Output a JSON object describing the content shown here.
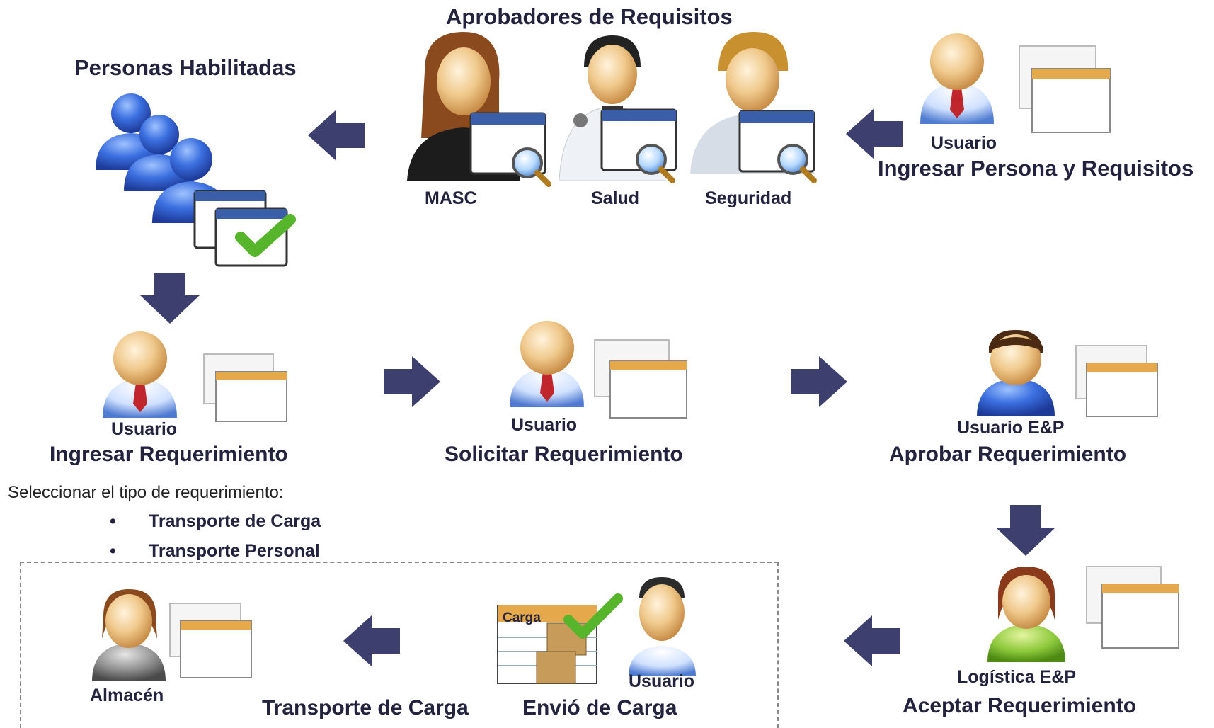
{
  "top": {
    "approvers_title": "Aprobadores de Requisitos",
    "enabled_title": "Personas Habilitadas",
    "approvers": [
      "MASC",
      "Salud",
      "Seguridad"
    ],
    "entry_role": "Usuario",
    "entry_action": "Ingresar  Persona y Requisitos"
  },
  "middle": {
    "step1_role": "Usuario",
    "step1_action": "Ingresar Requerimiento",
    "step2_role": "Usuario",
    "step2_action": "Solicitar Requerimiento",
    "step3_role": "Usuario E&P",
    "step3_action": "Aprobar Requerimiento"
  },
  "select": {
    "intro": "Seleccionar el tipo de requerimiento:",
    "options": [
      "Transporte de Carga",
      "Transporte Personal"
    ]
  },
  "bottom": {
    "warehouse": "Almacén",
    "cargo_tag": "Carga",
    "transport_label": "Transporte de Carga",
    "send_role": "Usuario",
    "send_action": "Envió de Carga",
    "logistics_role": "Logística E&P",
    "logistics_action": "Aceptar Requerimiento"
  },
  "colors": {
    "arrow": "#3d3f6e",
    "text": "#23233f",
    "window_bar": "#e5a84a",
    "window_title": "#3a5fa8"
  }
}
